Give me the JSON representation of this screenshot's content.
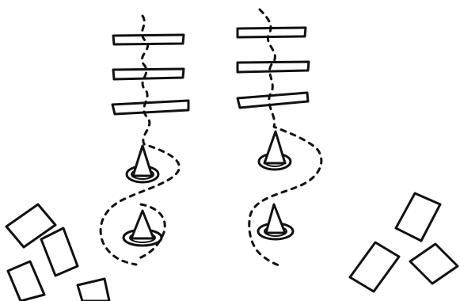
{
  "diagram": {
    "kind": "agility drill sketch",
    "colors": {
      "ink": "#111111",
      "paper": "#ffffff"
    },
    "groups": [
      {
        "id": "left-drill",
        "hurdles": 3,
        "cones": 2,
        "path": "dashed-zigzag"
      },
      {
        "id": "right-drill",
        "hurdles": 3,
        "cones": 2,
        "path": "dashed-zigzag"
      }
    ],
    "mats": {
      "left_count": 4,
      "right_count": 3
    }
  }
}
